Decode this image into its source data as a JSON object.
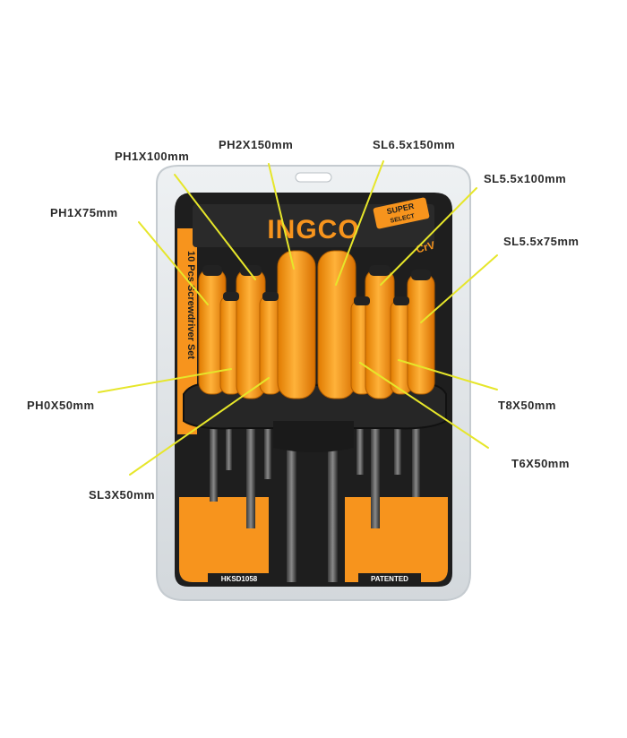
{
  "package": {
    "brand": "INGCO",
    "badge_top": "SUPER",
    "badge_bottom": "SELECT",
    "voltage_badge": "CrV",
    "side_title": "10 Pcs Screwdriver Set",
    "model": "HKSD1058",
    "patent": "PATENTED"
  },
  "labels": [
    {
      "id": "ph1x100",
      "text": "PH1X100mm"
    },
    {
      "id": "ph2x150",
      "text": "PH2X150mm"
    },
    {
      "id": "sl65x150",
      "text": "SL6.5x150mm"
    },
    {
      "id": "sl55x100",
      "text": "SL5.5x100mm"
    },
    {
      "id": "ph1x75",
      "text": "PH1X75mm"
    },
    {
      "id": "sl55x75",
      "text": "SL5.5x75mm"
    },
    {
      "id": "ph0x50",
      "text": "PH0X50mm"
    },
    {
      "id": "t8x50",
      "text": "T8X50mm"
    },
    {
      "id": "t6x50",
      "text": "T6X50mm"
    },
    {
      "id": "sl3x50",
      "text": "SL3X50mm"
    }
  ],
  "colors": {
    "orange": "#f7941d",
    "dark_orange": "#e07b00",
    "black": "#1e1e1e",
    "pointer": "#e6e62a",
    "blister": "#dfe3e6"
  }
}
